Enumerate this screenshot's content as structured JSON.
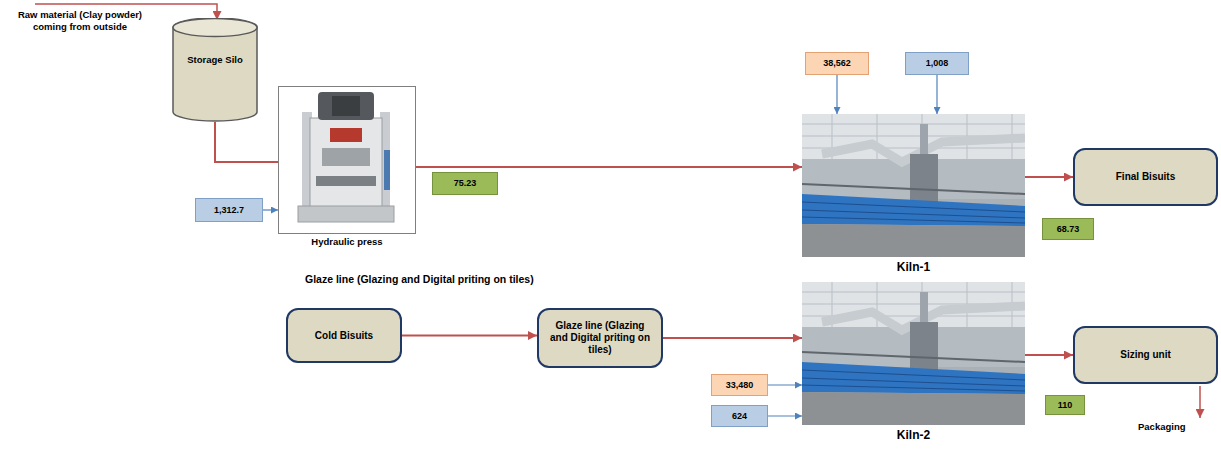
{
  "diagram": {
    "nodes": [
      {
        "text": [
          "Storage Silo"
        ]
      },
      {
        "text": [
          "38,562"
        ]
      },
      {
        "text": [
          "1,008"
        ]
      },
      {
        "text": [
          "Hydraulic press"
        ]
      },
      {
        "text": [
          "1,312.7"
        ]
      },
      {
        "text": [
          "75.23"
        ]
      },
      {
        "text": [
          "Kiln-1"
        ]
      },
      {
        "text": [
          "Final Bisuits"
        ]
      },
      {
        "text": [
          "68.73"
        ]
      },
      {
        "text": [
          "Cold Bisuits"
        ]
      },
      {
        "text": [
          "Glaze line (Glazing and Digital priting on tiles)"
        ]
      },
      {
        "text": [
          "Kiln-2"
        ]
      },
      {
        "text": [
          "33,480"
        ]
      },
      {
        "text": [
          "624"
        ]
      },
      {
        "text": [
          "Sizing unit"
        ]
      },
      {
        "text": [
          "110"
        ]
      }
    ],
    "edges": [
      {
        "from": 0,
        "to": 3,
        "arrow": "none"
      },
      {
        "from": 3,
        "to": 6,
        "arrow": "to"
      },
      {
        "from": 4,
        "to": 3,
        "arrow": "to"
      },
      {
        "from": 1,
        "to": 6,
        "arrow": "to"
      },
      {
        "from": 2,
        "to": 6,
        "arrow": "to"
      },
      {
        "from": 6,
        "to": 7,
        "arrow": "to"
      },
      {
        "from": 9,
        "to": 10,
        "arrow": "to"
      },
      {
        "from": 10,
        "to": 11,
        "arrow": "to"
      },
      {
        "from": 11,
        "to": 14,
        "arrow": "to"
      },
      {
        "from": 12,
        "to": 11,
        "arrow": "to"
      },
      {
        "from": 13,
        "to": 11,
        "arrow": "to"
      }
    ],
    "labels": [
      "Raw material (Clay powder) coming from outside",
      "Glaze line (Glazing and Digital priting on tiles)",
      "Packaging"
    ]
  }
}
